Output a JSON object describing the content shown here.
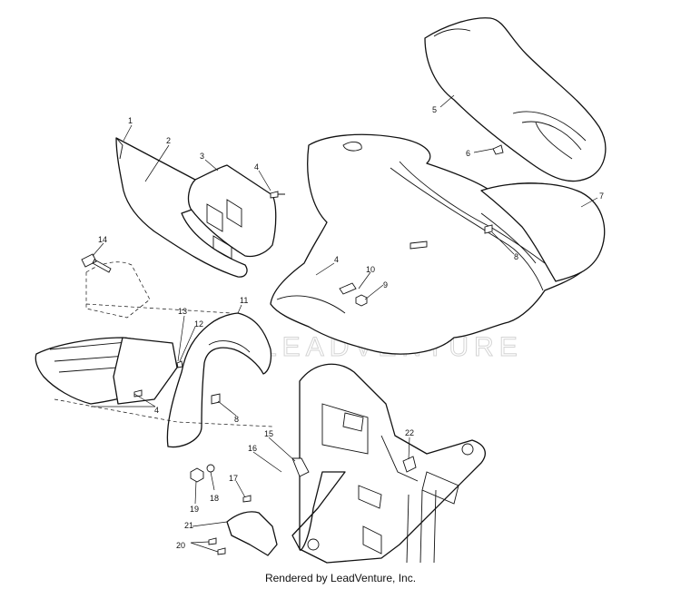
{
  "watermark": "LEADVENTURE",
  "footer": "Rendered by LeadVenture, Inc.",
  "callouts": [
    {
      "id": "1",
      "label": "1"
    },
    {
      "id": "2",
      "label": "2"
    },
    {
      "id": "3",
      "label": "3"
    },
    {
      "id": "4a",
      "label": "4"
    },
    {
      "id": "4b",
      "label": "4"
    },
    {
      "id": "4c",
      "label": "4"
    },
    {
      "id": "5",
      "label": "5"
    },
    {
      "id": "6",
      "label": "6"
    },
    {
      "id": "7",
      "label": "7"
    },
    {
      "id": "8a",
      "label": "8"
    },
    {
      "id": "8b",
      "label": "8"
    },
    {
      "id": "9",
      "label": "9"
    },
    {
      "id": "10",
      "label": "10"
    },
    {
      "id": "11",
      "label": "11"
    },
    {
      "id": "12",
      "label": "12"
    },
    {
      "id": "13",
      "label": "13"
    },
    {
      "id": "14",
      "label": "14"
    },
    {
      "id": "15",
      "label": "15"
    },
    {
      "id": "16",
      "label": "16"
    },
    {
      "id": "17",
      "label": "17"
    },
    {
      "id": "18",
      "label": "18"
    },
    {
      "id": "19",
      "label": "19"
    },
    {
      "id": "20",
      "label": "20"
    },
    {
      "id": "21",
      "label": "21"
    },
    {
      "id": "22",
      "label": "22"
    }
  ]
}
